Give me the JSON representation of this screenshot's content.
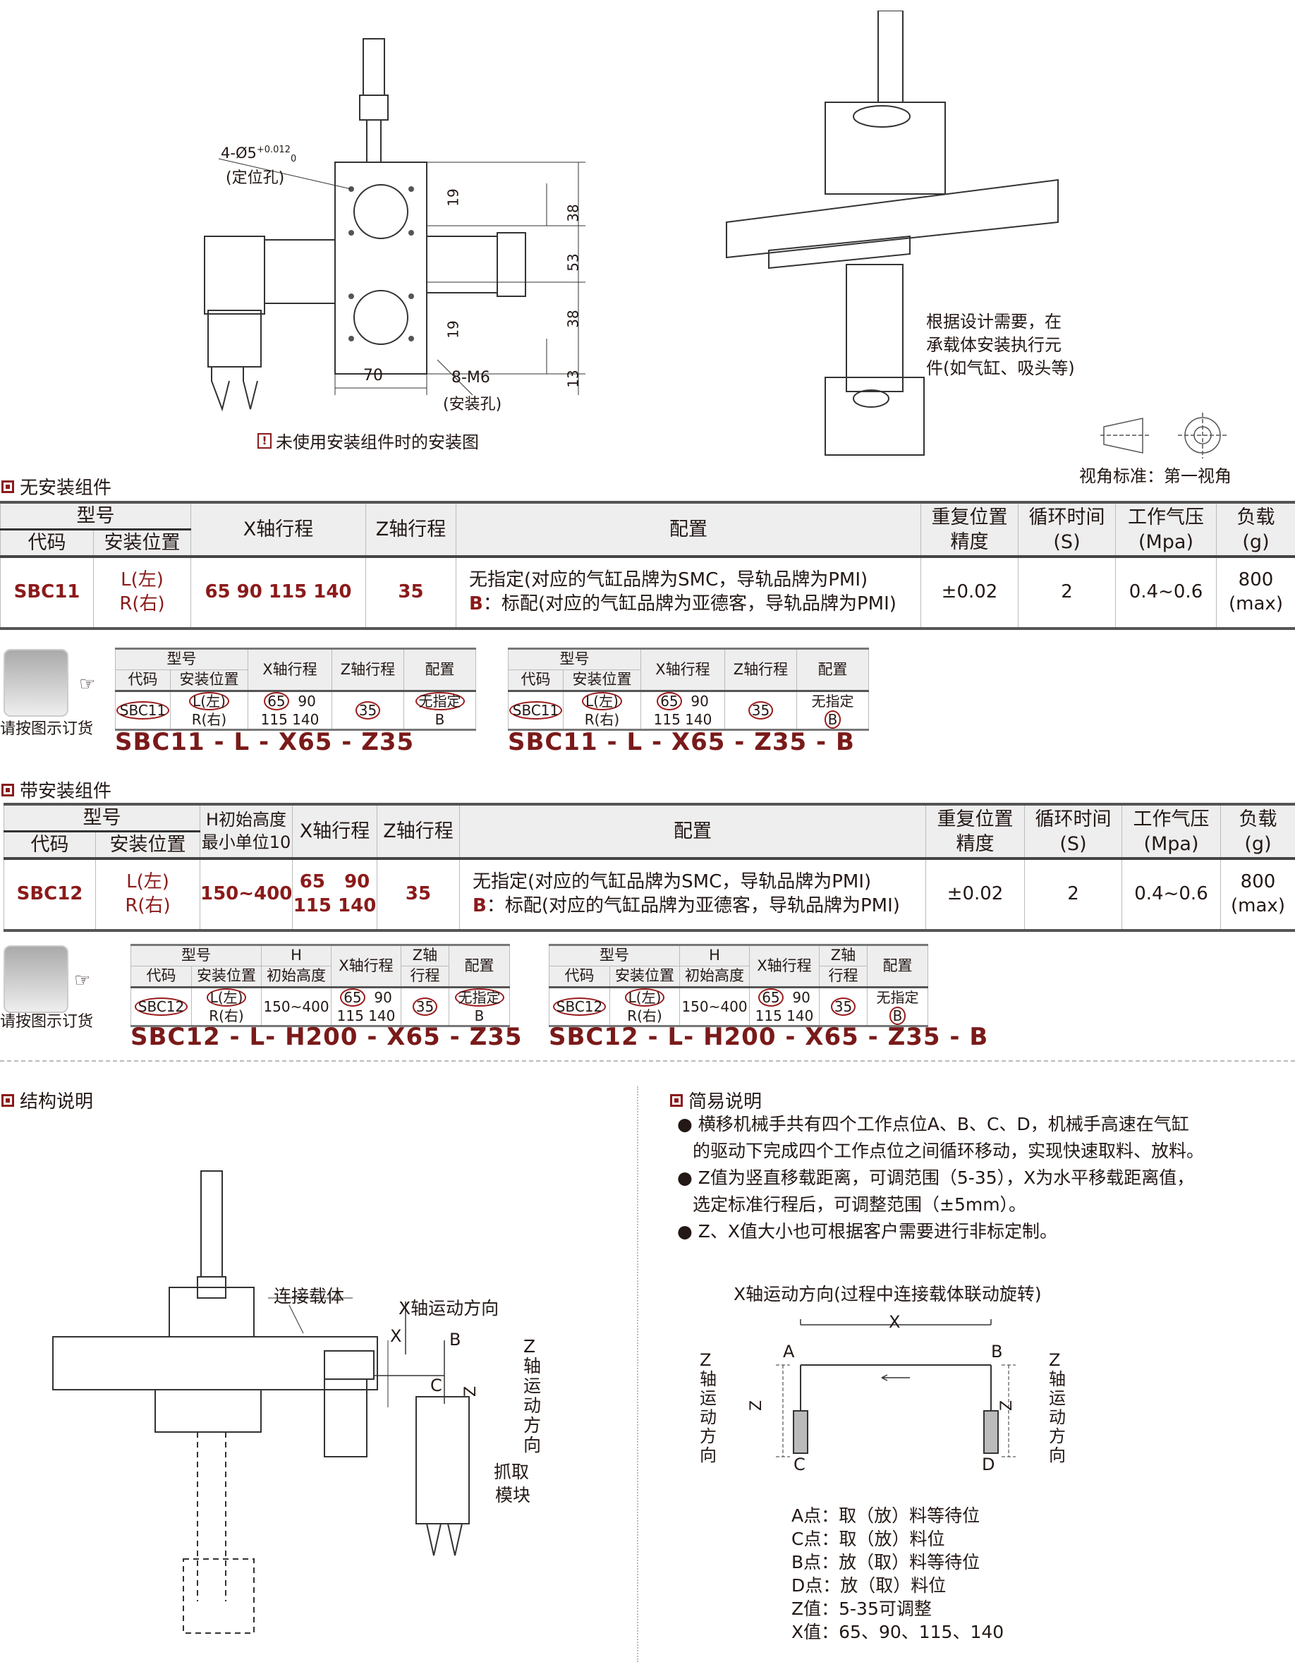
{
  "top_drawing": {
    "hole_label": "4-Ø5",
    "hole_tol_upper": "+0.012",
    "hole_tol_lower": "0",
    "hole_note": "(定位孔)",
    "dims": [
      "19",
      "38",
      "53",
      "38",
      "19",
      "13"
    ],
    "dim_70": "70",
    "thread_label": "8-M6",
    "thread_note": "(安装孔)",
    "caption": "未使用安装组件时的安装图",
    "warn_icon": "!"
  },
  "iso_note": [
    "根据设计需要，在",
    "承载体安装执行元",
    "件(如气缸、吸头等)"
  ],
  "view_standard": "视角标准：第一视角",
  "section1": {
    "title": "无安装组件",
    "headers": {
      "model": "型号",
      "code": "代码",
      "position": "安装位置",
      "x": "X轴行程",
      "z": "Z轴行程",
      "config": "配置",
      "repeat": "重复位置",
      "repeat2": "精度",
      "cycle": "循环时间",
      "cycle2": "(S)",
      "pressure": "工作气压",
      "pressure2": "(Mpa)",
      "load": "负载",
      "load2": "(g)"
    },
    "row": {
      "code": "SBC11",
      "pos_l": "L(左)",
      "pos_r": "R(右)",
      "x": "65  90  115  140",
      "z": "35",
      "config1": "无指定(对应的气缸品牌为SMC，导轨品牌为PMI)",
      "config2_prefix": "B",
      "config2": "：标配(对应的气缸品牌为亚德客，导轨品牌为PMI)",
      "repeat": "±0.02",
      "cycle": "2",
      "pressure": "0.4~0.6",
      "load": "800",
      "load2": "(max)"
    }
  },
  "order_note": "请按图示订货",
  "order1": {
    "headers": {
      "model": "型号",
      "code": "代码",
      "position": "安装位置",
      "x": "X轴行程",
      "z": "Z轴行程",
      "config": "配置"
    },
    "values": {
      "code": "SBC11",
      "pos_l": "L(左)",
      "pos_r": "R(右)",
      "x1": "65",
      "x2": "90",
      "x3": "115",
      "x4": "140",
      "z": "35",
      "c1": "无指定",
      "c2": "B"
    },
    "examples": [
      "SBC11 - L - X65 - Z35",
      "SBC11 - L - X65 - Z35 - B"
    ]
  },
  "section2": {
    "title": "带安装组件",
    "headers": {
      "model": "型号",
      "code": "代码",
      "position": "安装位置",
      "h": "H初始高度",
      "h2": "最小单位10",
      "x": "X轴行程",
      "z": "Z轴行程",
      "config": "配置",
      "repeat": "重复位置",
      "repeat2": "精度",
      "cycle": "循环时间",
      "cycle2": "(S)",
      "pressure": "工作气压",
      "pressure2": "(Mpa)",
      "load": "负载",
      "load2": "(g)"
    },
    "row": {
      "code": "SBC12",
      "pos_l": "L(左)",
      "pos_r": "R(右)",
      "h": "150~400",
      "x1": "65   90",
      "x2": "115  140",
      "z": "35",
      "config1": "无指定(对应的气缸品牌为SMC，导轨品牌为PMI)",
      "config2_prefix": "B",
      "config2": "：标配(对应的气缸品牌为亚德客，导轨品牌为PMI)",
      "repeat": "±0.02",
      "cycle": "2",
      "pressure": "0.4~0.6",
      "load": "800",
      "load2": "(max)"
    }
  },
  "order2": {
    "headers": {
      "model": "型号",
      "code": "代码",
      "position": "安装位置",
      "h": "H",
      "h2": "初始高度",
      "x": "X轴行程",
      "z": "Z轴",
      "z2": "行程",
      "config": "配置"
    },
    "values": {
      "code": "SBC12",
      "pos_l": "L(左)",
      "pos_r": "R(右)",
      "h": "150~400",
      "x1": "65",
      "x2": "90",
      "x3": "115",
      "x4": "140",
      "z": "35",
      "c1": "无指定",
      "c2": "B"
    },
    "examples": [
      "SBC12 - L- H200 - X65 - Z35",
      "SBC12 - L- H200 - X65 - Z35 - B"
    ]
  },
  "structure": {
    "title": "结构说明",
    "carrier": "连接载体",
    "x_dir": "X轴运动方向",
    "x": "X",
    "b": "B",
    "c": "C",
    "z": "Z",
    "z_dir": "Z轴运动方向",
    "gripper": [
      "抓取",
      "模块"
    ]
  },
  "brief": {
    "title": "简易说明",
    "bullets": [
      [
        "横移机械手共有四个工作点位A、B、C、D，机械手高速在气缸",
        "的驱动下完成四个工作点位之间循环移动，实现快速取料、放料。"
      ],
      [
        "Z值为竖直移载距离，可调范围（5-35），X为水平移载距离值，",
        "选定标准行程后，可调整范围（±5mm）。"
      ],
      [
        "Z、X值大小也可根据客户需要进行非标定制。"
      ]
    ]
  },
  "motion": {
    "title": "X轴运动方向(过程中连接载体联动旋转)",
    "x": "X",
    "a": "A",
    "b": "B",
    "c": "C",
    "d": "D",
    "z": "Z",
    "z_dir": "Z轴运动方向"
  },
  "legend": [
    "A点：取（放）料等待位",
    "C点：取（放）料位",
    "B点：放（取）料等待位",
    "D点：放（取）料位",
    "Z值：5-35可调整",
    "X值：65、90、115、140"
  ]
}
